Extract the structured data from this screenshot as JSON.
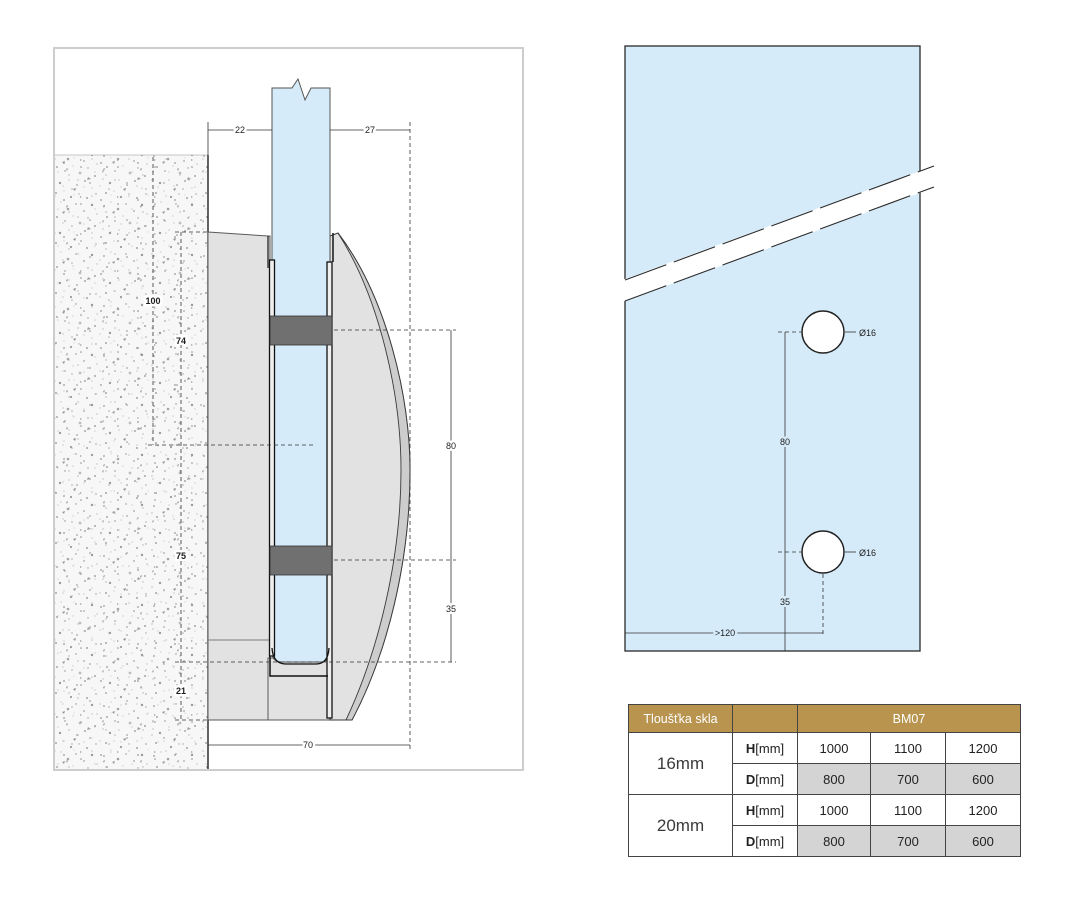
{
  "colors": {
    "header_gold": "#b8944f",
    "glass_blue": "#d6ebf9",
    "clamp_gray": "#e2e2e2",
    "gasket_gray": "#707070",
    "d_row_gray": "#d4d4d4"
  },
  "section_view": {
    "dim_top_left": "22",
    "dim_top_right": "27",
    "dim_wall_top_to_axis": "100",
    "dim_clamp_top_to_axis": "74",
    "dim_axis_to_glass_bottom": "75",
    "dim_base": "21",
    "dim_gasket_spacing": "80",
    "dim_gasket_to_bottom": "35",
    "dim_depth": "70"
  },
  "front_view": {
    "hole_top_label": "Ø16",
    "hole_bottom_label": "Ø16",
    "dim_hole_spacing": "80",
    "dim_hole_to_bottom": "35",
    "dim_edge_distance": ">120"
  },
  "table": {
    "header_thickness": "Tloušťka skla",
    "header_product": "BM07",
    "groups": [
      {
        "thickness": "16mm",
        "rows": [
          {
            "key": "H",
            "unit": "[mm]",
            "values": [
              "1000",
              "1100",
              "1200"
            ]
          },
          {
            "key": "D",
            "unit": "[mm]",
            "values": [
              "800",
              "700",
              "600"
            ]
          }
        ]
      },
      {
        "thickness": "20mm",
        "rows": [
          {
            "key": "H",
            "unit": "[mm]",
            "values": [
              "1000",
              "1100",
              "1200"
            ]
          },
          {
            "key": "D",
            "unit": "[mm]",
            "values": [
              "800",
              "700",
              "600"
            ]
          }
        ]
      }
    ]
  }
}
